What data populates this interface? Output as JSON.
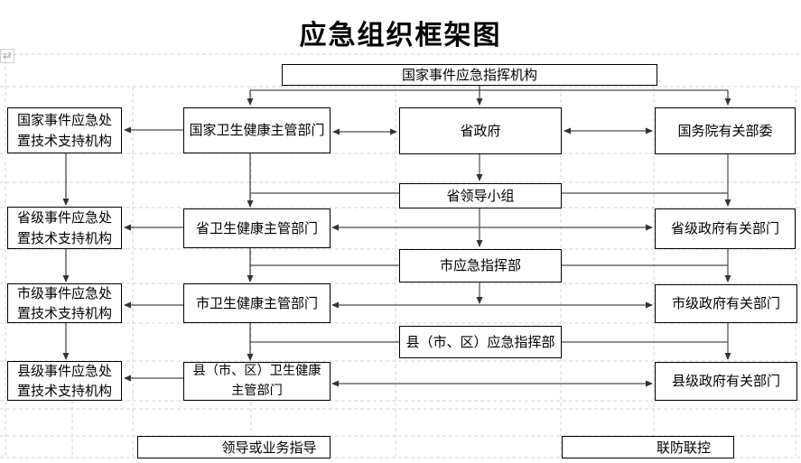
{
  "title": "应急组织框架图",
  "colors": {
    "box_border": "#000000",
    "connector": "#4a4a4a",
    "connector_grey": "#6e6e6e",
    "grid": "#d6d6d6"
  },
  "icons": {
    "table_handle": "⇄"
  },
  "nodes": {
    "top_command": {
      "label": "国家事件应急指挥机构"
    },
    "natl_tech": {
      "label": "国家事件应急处置技术支持机构"
    },
    "natl_health": {
      "label": "国家卫生健康主管部门"
    },
    "prov_gov": {
      "label": "省政府"
    },
    "state_council": {
      "label": "国务院有关部委"
    },
    "prov_group": {
      "label": "省领导小组"
    },
    "prov_tech": {
      "label": "省级事件应急处置技术支持机构"
    },
    "prov_health": {
      "label": "省卫生健康主管部门"
    },
    "prov_depts": {
      "label": "省级政府有关部门"
    },
    "city_cmd": {
      "label": "市应急指挥部"
    },
    "city_tech": {
      "label": "市级事件应急处置技术支持机构"
    },
    "city_health": {
      "label": "市卫生健康主管部门"
    },
    "city_depts": {
      "label": "市级政府有关部门"
    },
    "county_cmd": {
      "label": "县（市、区）应急指挥部"
    },
    "county_tech": {
      "label": "县级事件应急处置技术支持机构"
    },
    "county_health": {
      "label": "县（市、区）卫生健康主管部门"
    },
    "county_depts": {
      "label": "县级政府有关部门"
    }
  },
  "legend": {
    "lead": {
      "label": "领导或业务指导",
      "arrow": "single-right"
    },
    "joint": {
      "label": "联防联控",
      "arrow": "double"
    }
  }
}
